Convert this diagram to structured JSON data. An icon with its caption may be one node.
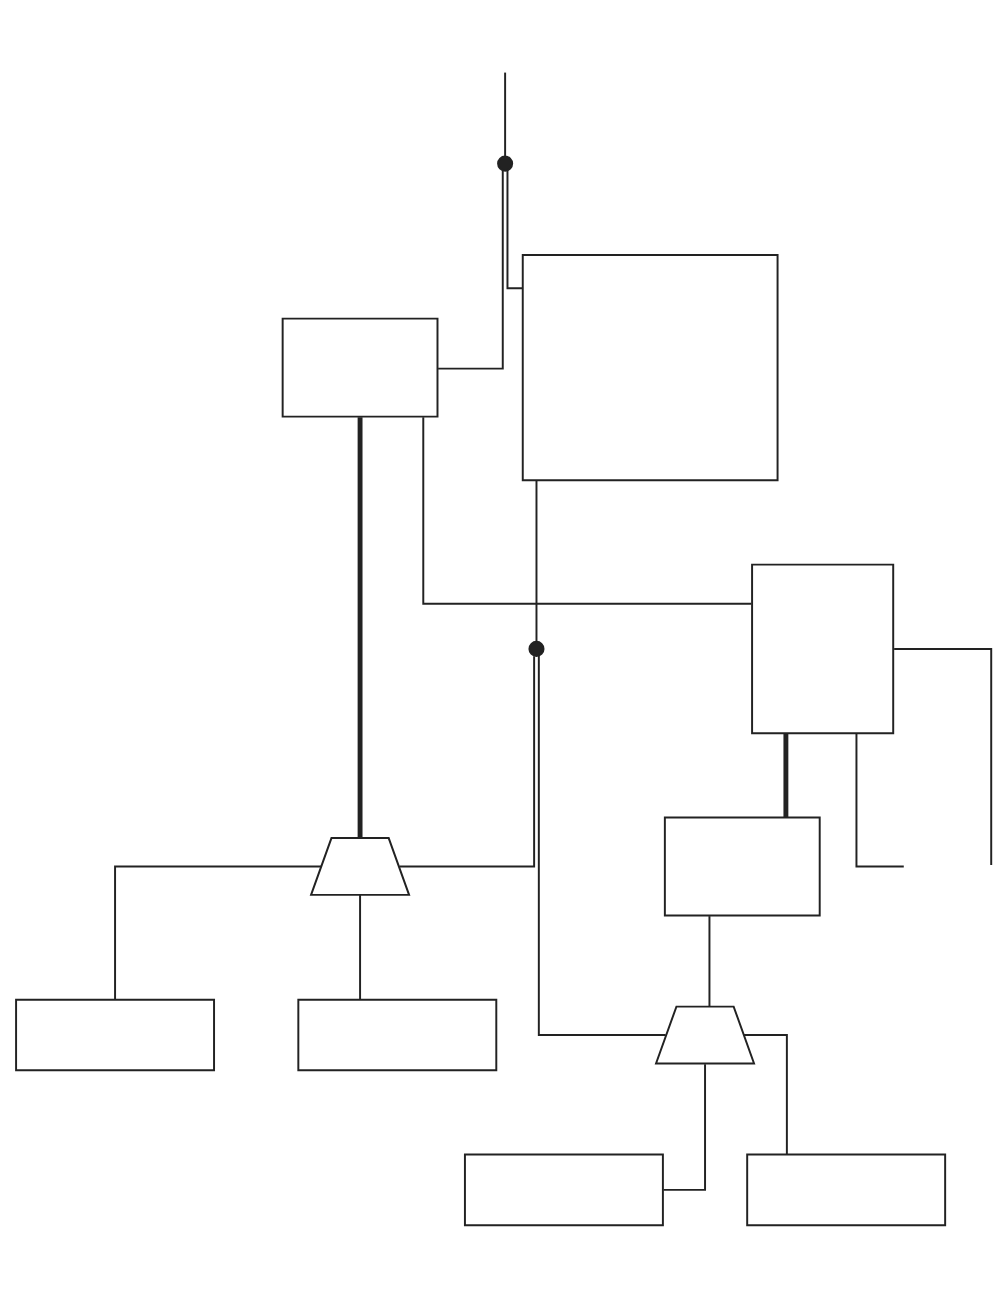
{
  "diagram": {
    "nodes": [
      {
        "text": [],
        "shape": "box"
      },
      {
        "text": [],
        "shape": "box"
      },
      {
        "text": [],
        "shape": "dot"
      },
      {
        "text": [],
        "shape": "box"
      },
      {
        "text": [],
        "shape": "dot"
      },
      {
        "text": [],
        "shape": "trapezoid"
      },
      {
        "text": [],
        "shape": "box"
      },
      {
        "text": [],
        "shape": "box"
      },
      {
        "text": [],
        "shape": "box"
      },
      {
        "text": [],
        "shape": "trapezoid"
      },
      {
        "text": [],
        "shape": "box"
      },
      {
        "text": [],
        "shape": "box"
      }
    ],
    "edges": [
      {
        "from": null,
        "to": 2,
        "arrow": "none"
      },
      {
        "from": 2,
        "to": 0,
        "arrow": "none"
      },
      {
        "from": 2,
        "to": 3,
        "arrow": "none"
      },
      {
        "from": 0,
        "to": 1,
        "arrow": "none"
      },
      {
        "from": 1,
        "to": null,
        "arrow": "none"
      },
      {
        "from": 1,
        "to": null,
        "arrow": "none"
      },
      {
        "from": 3,
        "to": 4,
        "arrow": "none"
      },
      {
        "from": 4,
        "to": 5,
        "arrow": "none"
      },
      {
        "from": 0,
        "to": 5,
        "arrow": "none",
        "style": "thick"
      },
      {
        "from": 5,
        "to": 7,
        "arrow": "none"
      },
      {
        "from": 5,
        "to": 8,
        "arrow": "none"
      },
      {
        "from": 1,
        "to": 6,
        "arrow": "none",
        "style": "thick"
      },
      {
        "from": 6,
        "to": 9,
        "arrow": "none"
      },
      {
        "from": 4,
        "to": 9,
        "arrow": "none"
      },
      {
        "from": 9,
        "to": 10,
        "arrow": "none"
      },
      {
        "from": 9,
        "to": 11,
        "arrow": "none"
      }
    ]
  }
}
